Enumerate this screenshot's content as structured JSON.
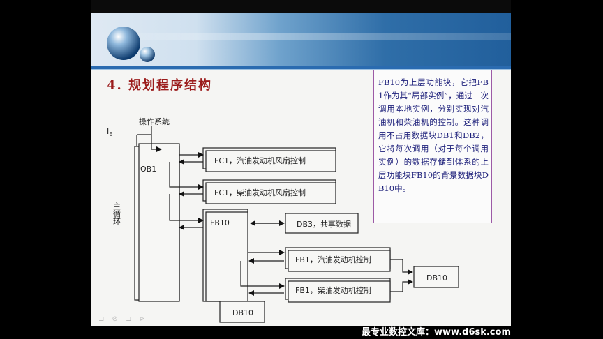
{
  "slide": {
    "title": "4. 规划程序结构",
    "note": "FB10为上层功能块，它把FB1作为其“局部实例”，通过二次调用本地实例，分别实现对汽油机和柴油机的控制。这种调用不占用数据块DB1和DB2，它将每次调用（对于每个调用实例）的数据存储到体系的上层功能块FB10的背景数据块DB10中。",
    "pagenav": "⊐ ⊘ ⊐ ⊳"
  },
  "diagram": {
    "ie_label": "I",
    "ie_sub": "E",
    "os_label": "操作系统",
    "loop_label": "主循环",
    "ob1": "OB1",
    "fc1_a": "FC1，汽油发动机风扇控制",
    "fc1_b": "FC1，柴油发动机风扇控制",
    "fb10": "FB10",
    "db3": "DB3，共享数据",
    "fb1_a": "FB1，汽油发动机控制",
    "fb1_b": "FB1，柴油发动机控制",
    "db10_right": "DB10",
    "db10_bottom": "DB10"
  },
  "footer": {
    "watermark": "最专业数控文库：www.d6sk.com"
  }
}
